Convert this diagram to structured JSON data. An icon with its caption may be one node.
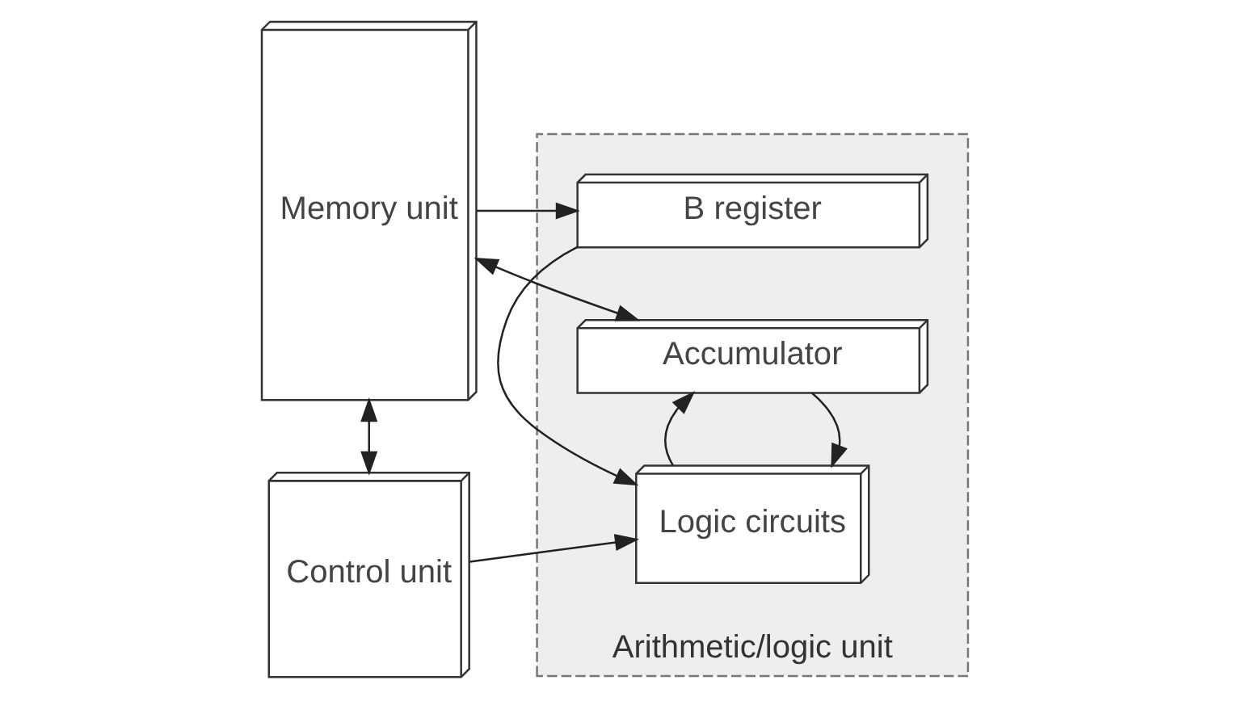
{
  "diagram": {
    "nodes": [
      {
        "text": [
          "Arithmetic/logic unit"
        ]
      },
      {
        "text": [
          "Memory unit"
        ]
      },
      {
        "text": [
          "Accumulator"
        ],
        "in": 0
      },
      {
        "text": [
          "Logic circuits"
        ],
        "in": 0
      },
      {
        "text": [
          "B register"
        ],
        "in": 0
      },
      {
        "text": [
          "Control unit"
        ]
      }
    ],
    "edges": [
      {
        "from": 5,
        "to": 1,
        "arrow": "both"
      },
      {
        "from": 1,
        "to": 2,
        "arrow": "both"
      },
      {
        "from": 2,
        "to": 3,
        "arrow": "to"
      },
      {
        "from": 3,
        "to": 2,
        "arrow": "to"
      },
      {
        "from": 5,
        "to": 3,
        "arrow": "to"
      },
      {
        "from": 4,
        "to": 3,
        "arrow": "to"
      },
      {
        "from": 1,
        "to": 4,
        "arrow": "to"
      }
    ]
  }
}
